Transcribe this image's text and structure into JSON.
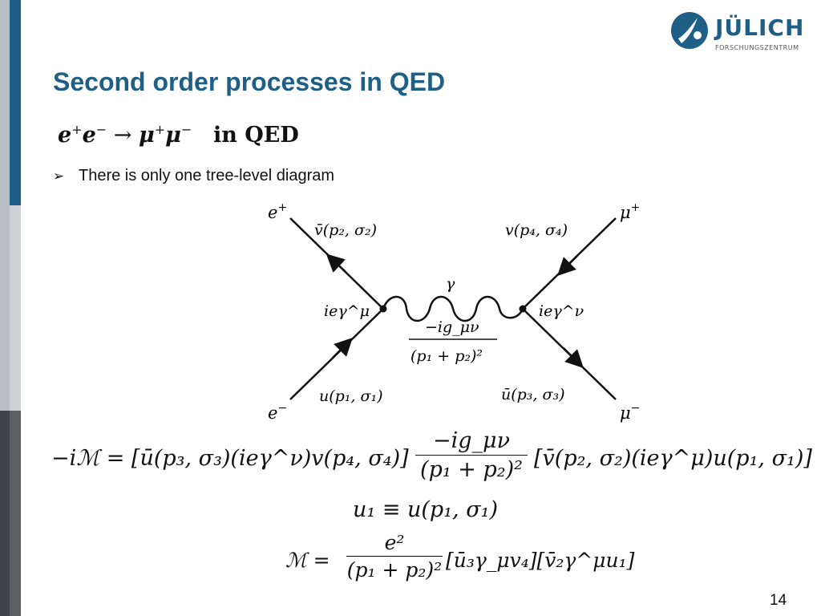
{
  "slide": {
    "title": "Second order processes in QED",
    "process": {
      "e_plus": "e",
      "e_minus": "e",
      "plus": "+",
      "minus": "−",
      "arrow": "→",
      "mu": "μ",
      "in_qed": "in QED"
    },
    "bullet": "There is only one tree-level diagram",
    "page_number": "14"
  },
  "logo": {
    "name": "JÜLICH",
    "subtitle": "FORSCHUNGSZENTRUM",
    "color": "#1f5f86"
  },
  "diagram": {
    "labels": {
      "e_plus": "e",
      "e_minus": "e",
      "mu_plus": "μ",
      "mu_minus": "μ",
      "plus": "+",
      "minus": "−",
      "vbar_p2": "v̄(p₂, σ₂)",
      "v_p4": "v(p₄, σ₄)",
      "u_p1": "u(p₁, σ₁)",
      "ubar_p3": "ū(p₃, σ₃)",
      "gamma": "γ",
      "vertex_left": "ieγ^μ",
      "vertex_right": "ieγ^ν",
      "prop_num": "−ig_μν",
      "prop_den": "(p₁ + p₂)²"
    }
  },
  "equations": {
    "main_left": "−iℳ = [ū(p₃, σ₃)(ieγ^ν)v(p₄, σ₄)]",
    "main_num": "−ig_μν",
    "main_den": "(p₁ + p₂)²",
    "main_right": "[v̄(p₂, σ₂)(ieγ^μ)u(p₁, σ₁)]",
    "def": "u₁ ≡ u(p₁, σ₁)",
    "m_left": "ℳ =",
    "m_num": "e²",
    "m_den": "(p₁ + p₂)²",
    "m_right": "[ū₃γ_μv₄][v̄₂γ^μu₁]"
  }
}
